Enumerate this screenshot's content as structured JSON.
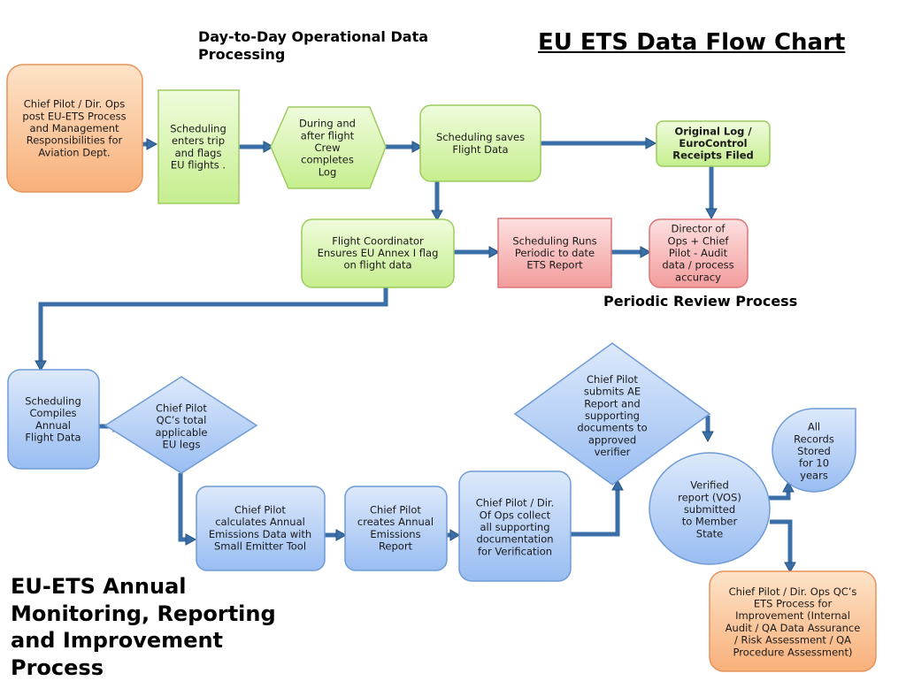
{
  "title": "EU ETS Data Flow Chart",
  "sections": {
    "daily": "Day-to-Day Operational Data Processing",
    "periodic": "Periodic Review Process",
    "annual": "EU-ETS Annual Monitoring, Reporting and Improvement Process"
  },
  "colors": {
    "orange": "#fbbf8c",
    "green": "#d6f5a8",
    "red": "#f5a9a9",
    "blue": "#aecbf5",
    "arrow": "#3b6fa8"
  },
  "nodes": {
    "chief_pilot_post": [
      "Chief Pilot / Dir. Ops",
      "post EU-ETS Process",
      "and Management",
      "Responsibilities for",
      "Aviation Dept."
    ],
    "scheduling_enters": [
      "Scheduling",
      "enters trip",
      "and flags",
      "EU flights ."
    ],
    "crew_completes_log": [
      "During and",
      "after flight",
      "Crew",
      "completes",
      "Log"
    ],
    "scheduling_saves": [
      "Scheduling saves",
      "Flight Data"
    ],
    "original_log": [
      "Original Log /",
      "EuroControl",
      "Receipts Filed"
    ],
    "flight_coordinator": [
      "Flight Coordinator",
      "Ensures EU Annex I flag",
      "on flight data"
    ],
    "scheduling_runs": [
      "Scheduling Runs",
      "Periodic  to date",
      "ETS Report"
    ],
    "director_audit": [
      "Director of",
      "Ops + Chief",
      "Pilot - Audit",
      "data / process",
      "accuracy"
    ],
    "scheduling_compiles": [
      "Scheduling",
      "Compiles",
      "Annual",
      "Flight Data"
    ],
    "chief_pilot_qc": [
      "Chief Pilot",
      "QC’s total",
      "applicable",
      "EU legs"
    ],
    "calculates_emissions": [
      "Chief Pilot",
      "calculates Annual",
      "Emissions Data with",
      "Small Emitter Tool"
    ],
    "creates_report": [
      "Chief Pilot",
      "creates Annual",
      "Emissions",
      "Report"
    ],
    "collect_documentation": [
      "Chief Pilot / Dir.",
      "Of Ops collect",
      "all supporting",
      "documentation",
      "for Verification"
    ],
    "submits_report": [
      "Chief Pilot",
      "submits AE",
      "Report and",
      "supporting",
      "documents to",
      "approved",
      "verifier"
    ],
    "verified_report": [
      "Verified",
      "report (VOS)",
      "submitted",
      "to Member",
      "State"
    ],
    "records_stored": [
      "All",
      "Records",
      "Stored",
      "for 10",
      "years"
    ],
    "improvement_process": [
      "Chief Pilot / Dir. Ops QC’s",
      "ETS Process for",
      "Improvement (Internal",
      "Audit / QA Data Assurance",
      "/ Risk Assessment / QA",
      "Procedure Assessment)"
    ]
  }
}
